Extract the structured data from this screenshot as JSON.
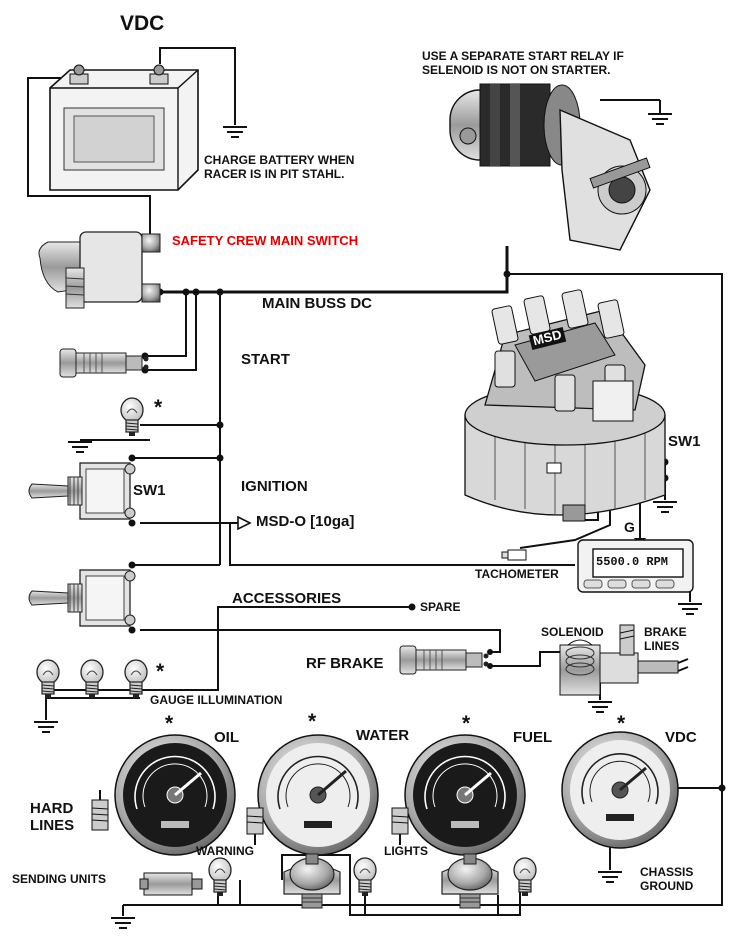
{
  "top": {
    "vdc_title": "VDC",
    "relay_note": "USE A SEPARATE START RELAY IF\nSELENOID IS NOT ON STARTER.",
    "charge_note": "CHARGE BATTERY WHEN\nRACER IS IN PIT STAHL."
  },
  "switches": {
    "safety_main": "SAFETY CREW MAIN SWITCH",
    "main_buss": "MAIN  BUSS DC",
    "start": "START",
    "sw1_left": "SW1",
    "ignition": "IGNITION",
    "msd_out": "MSD-O [10ga]",
    "accessories": "ACCESSORIES",
    "spare": "SPARE"
  },
  "distributor": {
    "brand": "MSD",
    "sw1_right": "SW1",
    "g_label": "G"
  },
  "tachometer": {
    "label": "TACHOMETER",
    "readout": "5500.0 RPM"
  },
  "brake": {
    "rf_brake": "RF BRAKE",
    "solenoid": "SOLENOID",
    "brake_lines": "BRAKE\nLINES"
  },
  "gauges": {
    "illumination_label": "GAUGE ILLUMINATION",
    "asterisk": "*",
    "oil": "OIL",
    "water": "WATER",
    "fuel": "FUEL",
    "vdc": "VDC"
  },
  "bottom": {
    "hard_lines": "HARD\nLINES",
    "warning": "WARNING",
    "lights": "LIGHTS",
    "sending_units": "SENDING UNITS",
    "chassis_ground": "CHASSIS\nGROUND"
  },
  "colors": {
    "wire": "#111111",
    "accent_red": "#e00000",
    "gauge_face": "#1a1a1a",
    "gauge_face_light": "#eeeeee"
  }
}
